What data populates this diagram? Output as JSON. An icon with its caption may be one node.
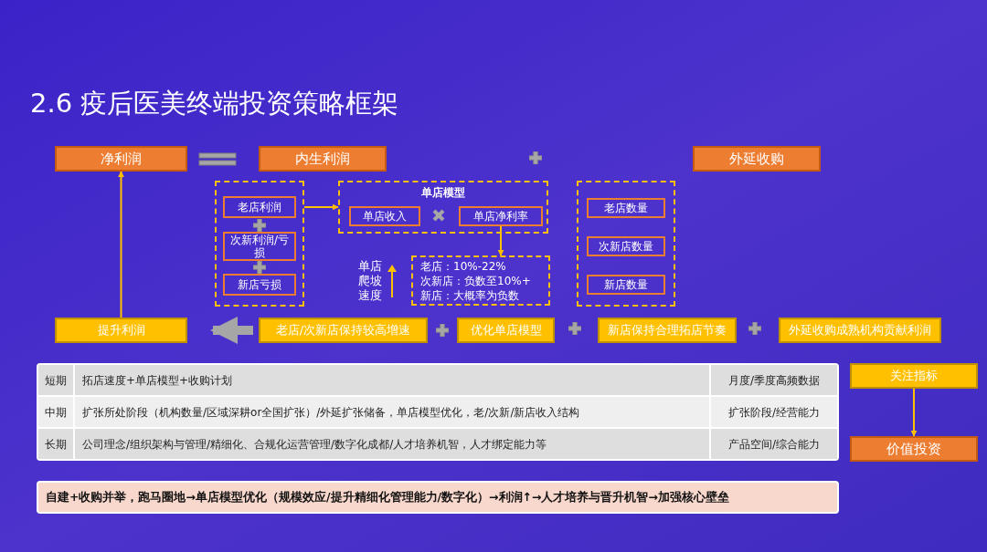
{
  "diagram": {
    "title": "2.6 疫后医美终端投资策略框架",
    "nodes": [
      {
        "text": [
          "净利润"
        ]
      },
      {
        "text": [
          "内生利润"
        ]
      },
      {
        "text": [
          "外延收购"
        ]
      },
      {
        "text": [],
        "shape": "box"
      },
      {
        "text": [
          "老店利润"
        ],
        "in": 3
      },
      {
        "text": [
          "次新利润/亏损"
        ],
        "in": 3
      },
      {
        "text": [
          "新店亏损"
        ],
        "in": 3
      },
      {
        "text": [
          "单店模型"
        ]
      },
      {
        "text": [
          "单店收入"
        ],
        "in": 7
      },
      {
        "text": [
          "单店净利率"
        ],
        "in": 7
      },
      {
        "text": [
          "老店：10%-22%",
          "次新店：负数至10%+",
          "新店：大概率为负数"
        ]
      },
      {
        "text": [],
        "shape": "box"
      },
      {
        "text": [
          "老店数量"
        ],
        "in": 11
      },
      {
        "text": [
          "次新店数量"
        ],
        "in": 11
      },
      {
        "text": [
          "新店数量"
        ],
        "in": 11
      },
      {
        "text": [
          "提升利润"
        ]
      },
      {
        "text": [
          "老店/次新店保持较高增速"
        ]
      },
      {
        "text": [
          "优化单店模型"
        ]
      },
      {
        "text": [
          "新店保持合理拓店节奏"
        ]
      },
      {
        "text": [
          "外延收购成熟机构贡献利润"
        ]
      },
      {
        "text": [
          "关注指标"
        ]
      },
      {
        "text": [
          "价值投资"
        ]
      }
    ],
    "edges": [
      {
        "from": 15,
        "to": 0,
        "arrow": "to"
      },
      {
        "from": 3,
        "to": 7,
        "arrow": "to"
      },
      {
        "from": 9,
        "to": 10,
        "arrow": "to"
      },
      {
        "from": 16,
        "to": 15,
        "arrow": "to",
        "style": "thick",
        "color": "#a6a6a6"
      },
      {
        "from": 20,
        "to": 21,
        "arrow": "to"
      }
    ],
    "labels": [
      "单店爬坡速度",
      "短期",
      "拓店速度+单店模型+收购计划",
      "月度/季度高频数据",
      "中期",
      "扩张所处阶段（机构数量/区域深耕or全国扩张）/外延扩张储备，单店模型优化，老/次新/新店收入结构",
      "扩张阶段/经营能力",
      "长期",
      "公司理念/组织架构与管理/精细化、合规化运营管理/数字化成都/人才培养机智，人才绑定能力等",
      "产品空间/综合能力",
      "自建+收购并举，跑马圈地→单店模型优化（规模效应/提升精细化管理能力/数字化）→利润↑→人才培养与晋升机智→加强核心壁垒"
    ]
  }
}
